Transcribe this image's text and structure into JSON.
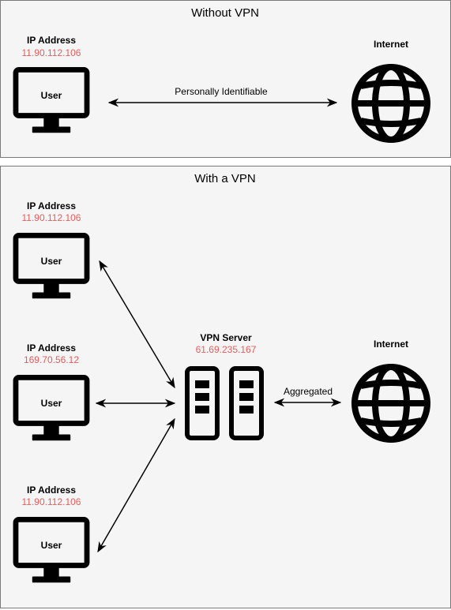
{
  "colors": {
    "ip_text": "#e85c5c",
    "panel_fill": "#f5f5f5",
    "panel_border": "#7a7a7a",
    "ink": "#000000"
  },
  "without_vpn": {
    "title": "Without VPN",
    "user": {
      "ip_heading": "IP Address",
      "ip": "11.90.112.106",
      "label": "User",
      "icon": "monitor-icon"
    },
    "connection_label": "Personally Identifiable",
    "internet": {
      "label": "Internet",
      "icon": "globe-icon"
    }
  },
  "with_vpn": {
    "title": "With a VPN",
    "users": [
      {
        "ip_heading": "IP Address",
        "ip": "11.90.112.106",
        "label": "User",
        "icon": "monitor-icon"
      },
      {
        "ip_heading": "IP Address",
        "ip": "169.70.56.12",
        "label": "User",
        "icon": "monitor-icon"
      },
      {
        "ip_heading": "IP Address",
        "ip": "11.90.112.106",
        "label": "User",
        "icon": "monitor-icon"
      }
    ],
    "vpn_server": {
      "label": "VPN Server",
      "ip": "61.69.235.167",
      "icon": "server-icon"
    },
    "connection_label": "Aggregated",
    "internet": {
      "label": "Internet",
      "icon": "globe-icon"
    }
  }
}
